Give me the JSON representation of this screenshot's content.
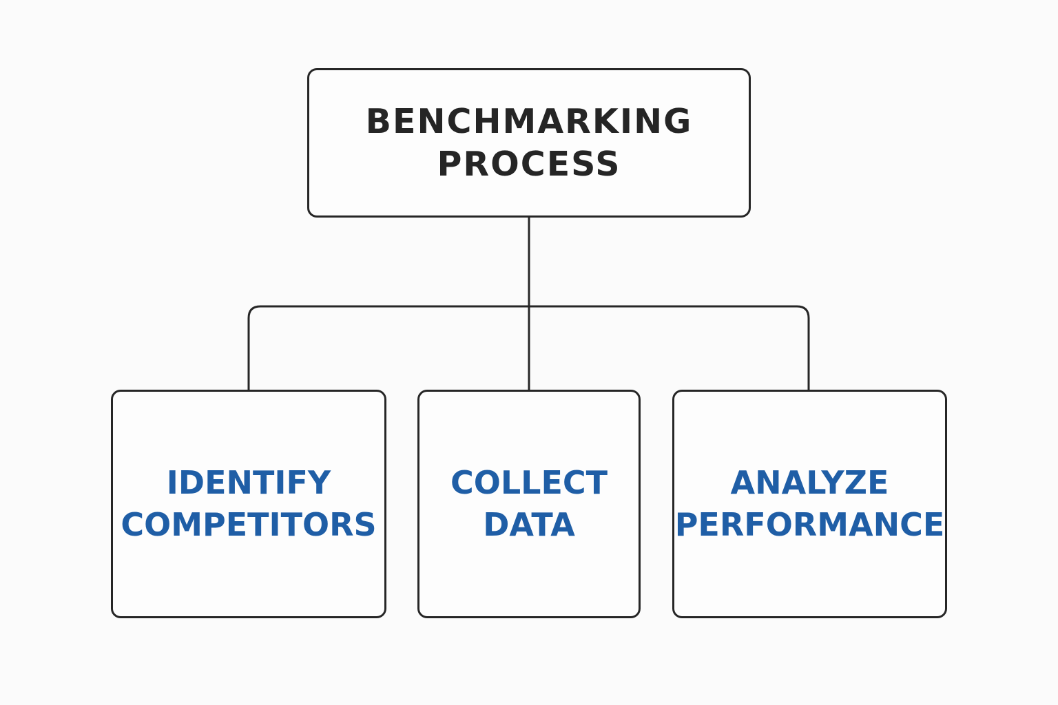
{
  "diagram": {
    "root": {
      "lines": [
        "BENCHMARKING",
        "PROCESS"
      ],
      "text_color": "#252525"
    },
    "children": [
      {
        "lines": [
          "IDENTIFY",
          "COMPETITORS"
        ]
      },
      {
        "lines": [
          "COLLECT",
          "DATA"
        ]
      },
      {
        "lines": [
          "ANALYZE",
          "PERFORMANCE"
        ]
      }
    ],
    "child_text_color": "#1f5ea6",
    "border_color": "#262626",
    "background_color": "#fbfbfb"
  }
}
